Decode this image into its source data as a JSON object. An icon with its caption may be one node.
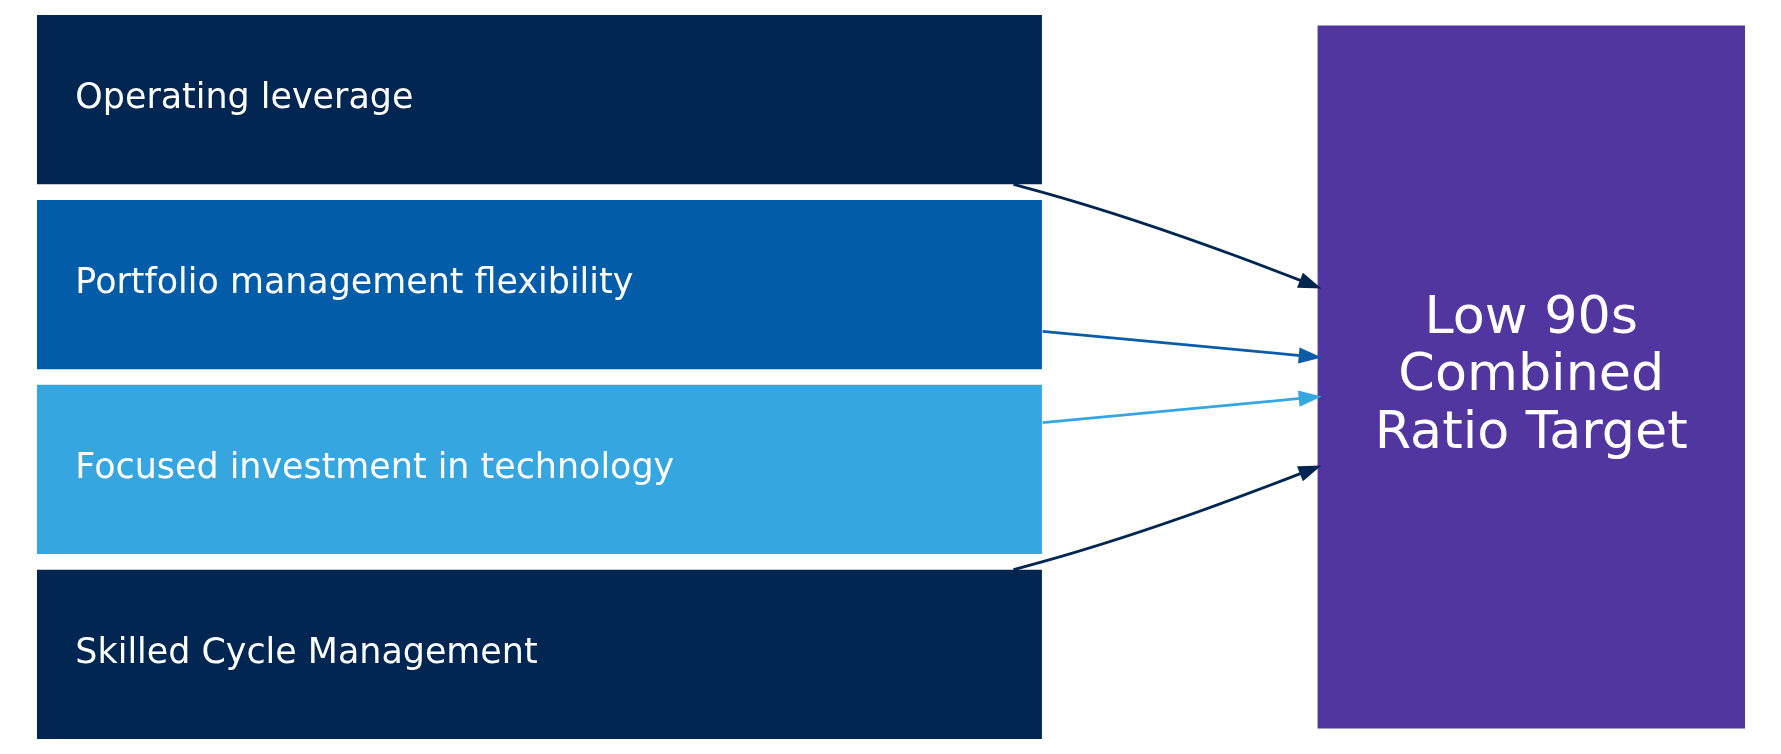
{
  "diagram": {
    "nodes": [
      {
        "text": [
          "Operating leverage"
        ]
      },
      {
        "text": [
          "Portfolio management flexibility"
        ]
      },
      {
        "text": [
          "Focused investment in technology"
        ]
      },
      {
        "text": [
          "Skilled Cycle Management"
        ]
      },
      {
        "text": [
          "Low 90s Combined Ratio Target"
        ]
      }
    ],
    "edges": [
      {
        "from": 0,
        "to": 4,
        "arrow": "to"
      },
      {
        "from": 1,
        "to": 4,
        "arrow": "to",
        "color": "#0a5ca8"
      },
      {
        "from": 2,
        "to": 4,
        "arrow": "to",
        "color": "#35a6e0"
      },
      {
        "from": 3,
        "to": 4,
        "arrow": "to"
      }
    ]
  }
}
